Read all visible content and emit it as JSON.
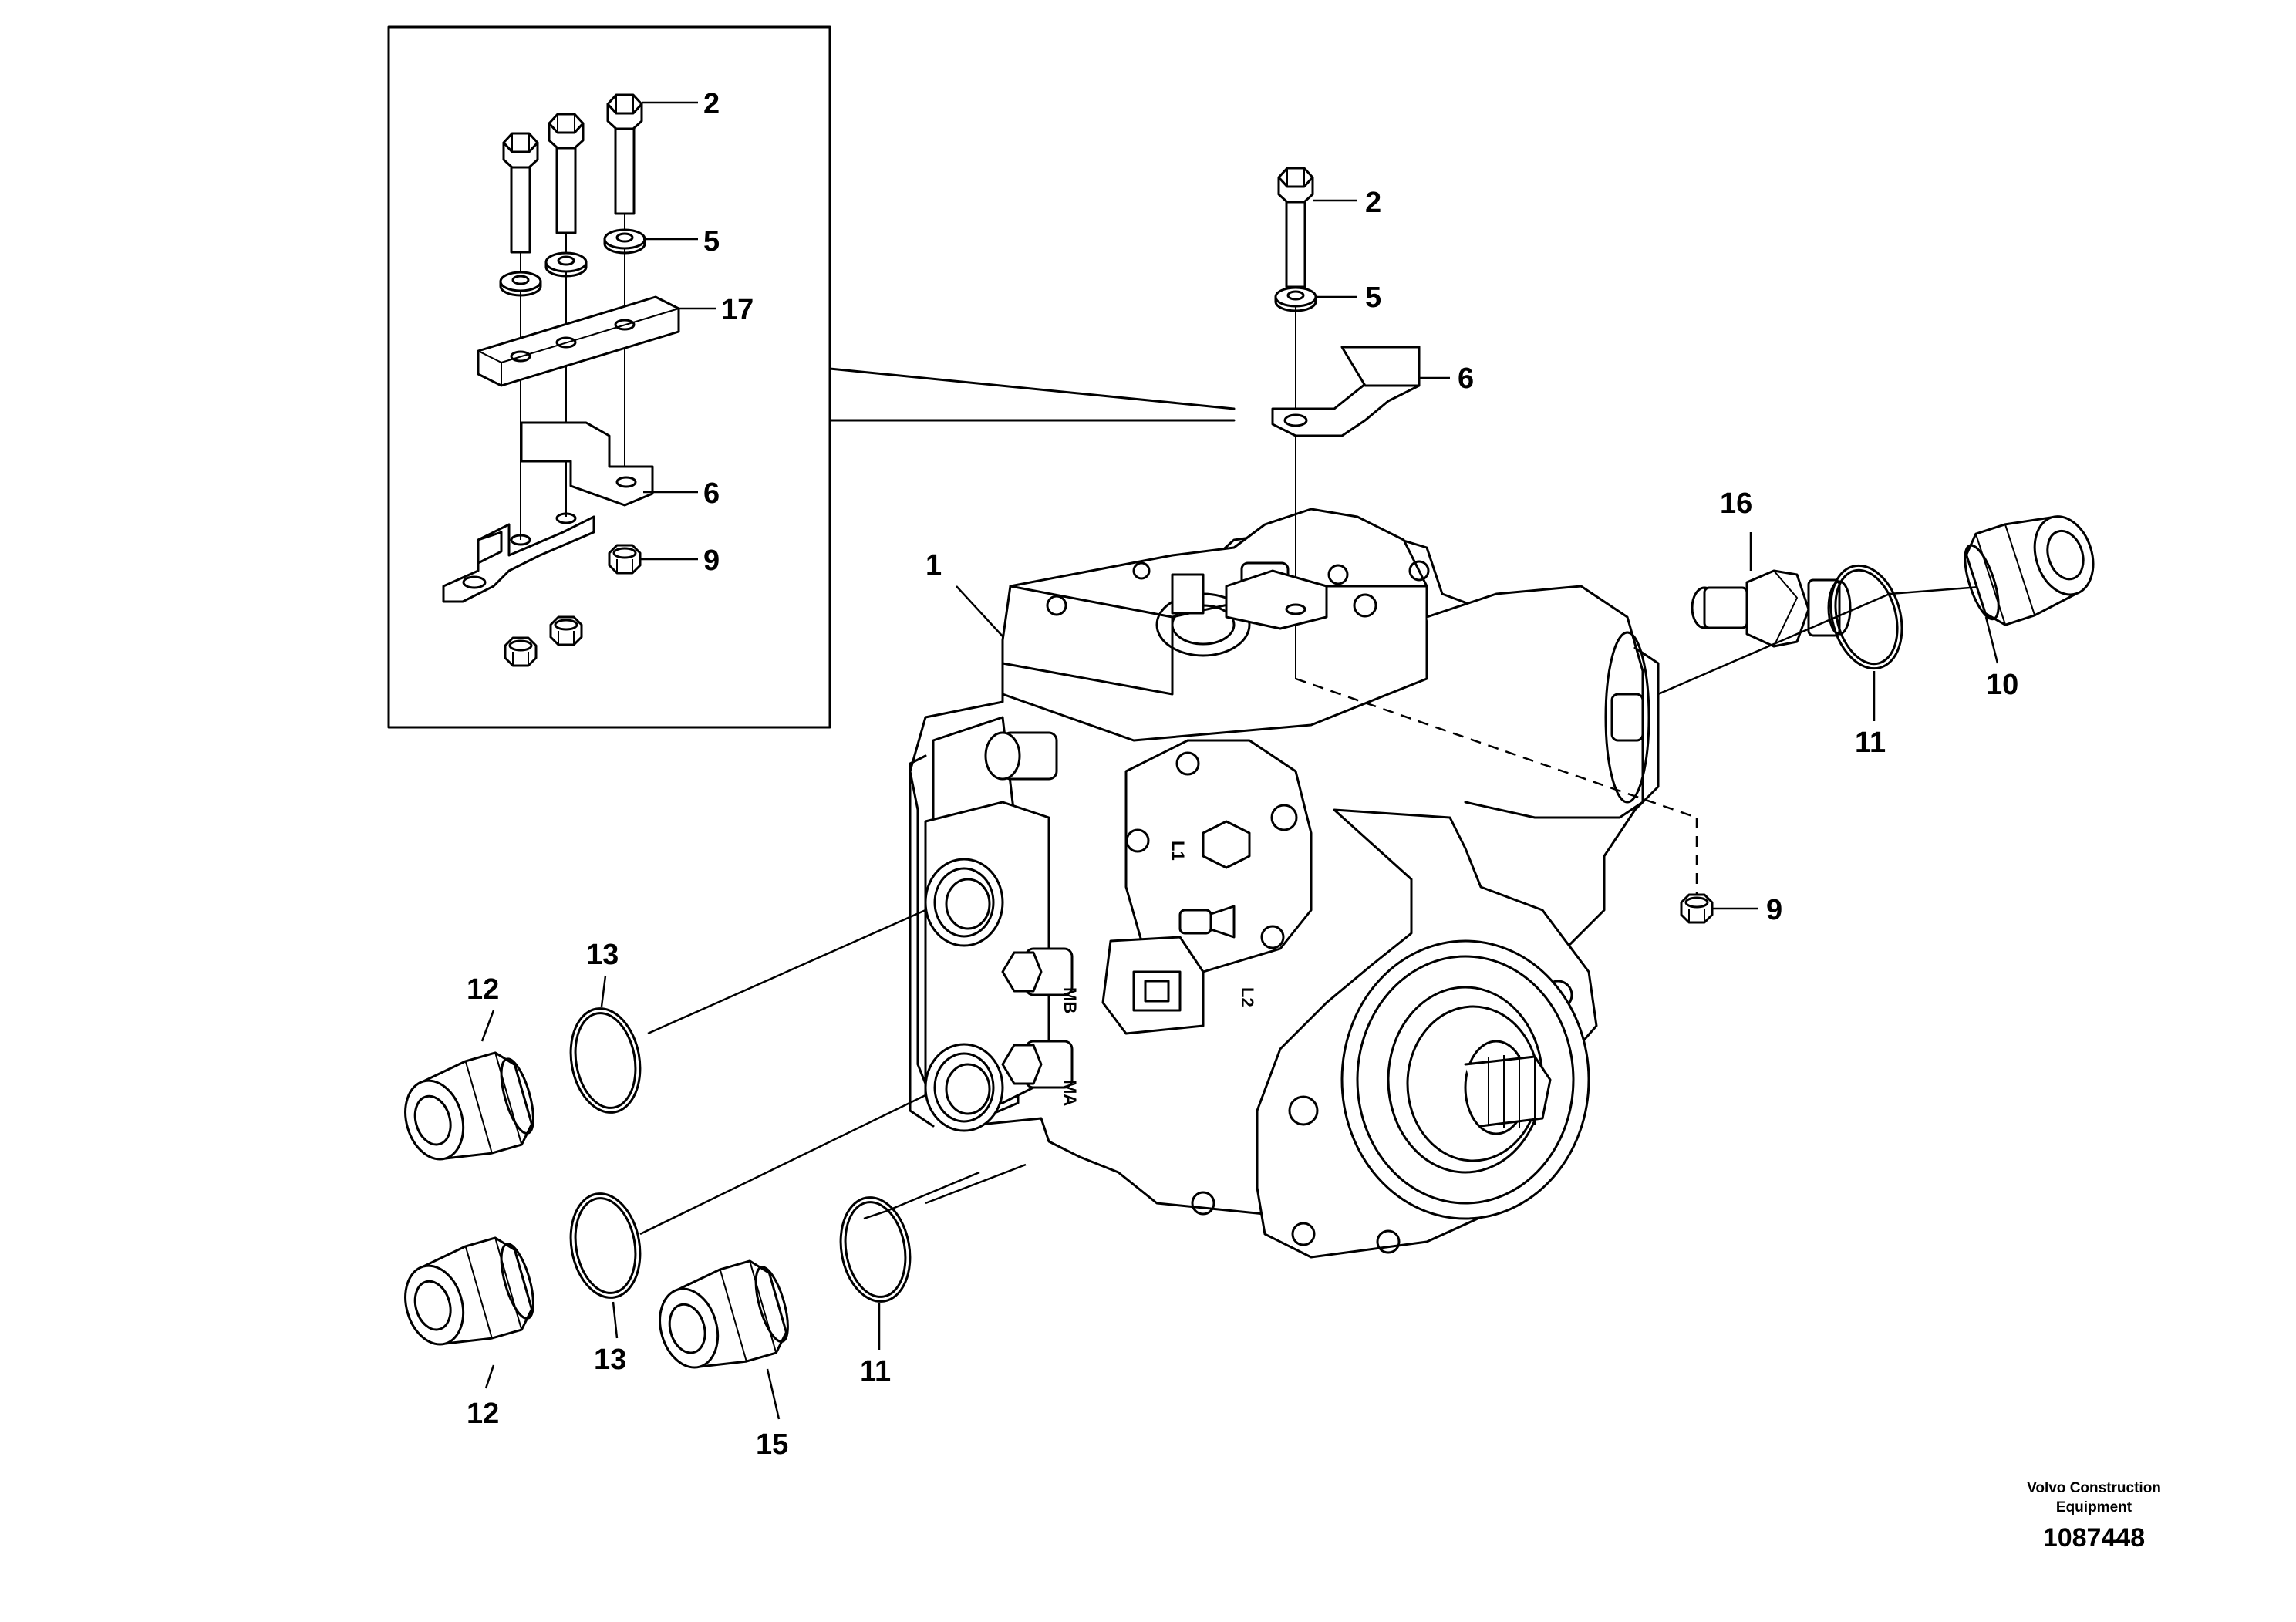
{
  "diagram": {
    "callouts": {
      "c1": "1",
      "c2_inset": "2",
      "c2_main": "2",
      "c5_inset": "5",
      "c5_main": "5",
      "c6_inset": "6",
      "c6_main": "6",
      "c9_inset": "9",
      "c9_main": "9",
      "c10": "10",
      "c11_right": "11",
      "c11_bottom": "11",
      "c12_upper": "12",
      "c12_lower": "12",
      "c13_upper": "13",
      "c13_lower": "13",
      "c15": "15",
      "c16": "16",
      "c17": "17"
    },
    "port_marks": {
      "ma": "MA",
      "mb": "MB",
      "l1": "L1",
      "l2": "L2"
    }
  },
  "footer": {
    "brand_line1": "Volvo Construction",
    "brand_line2": "Equipment",
    "doc_number": "1087448"
  }
}
